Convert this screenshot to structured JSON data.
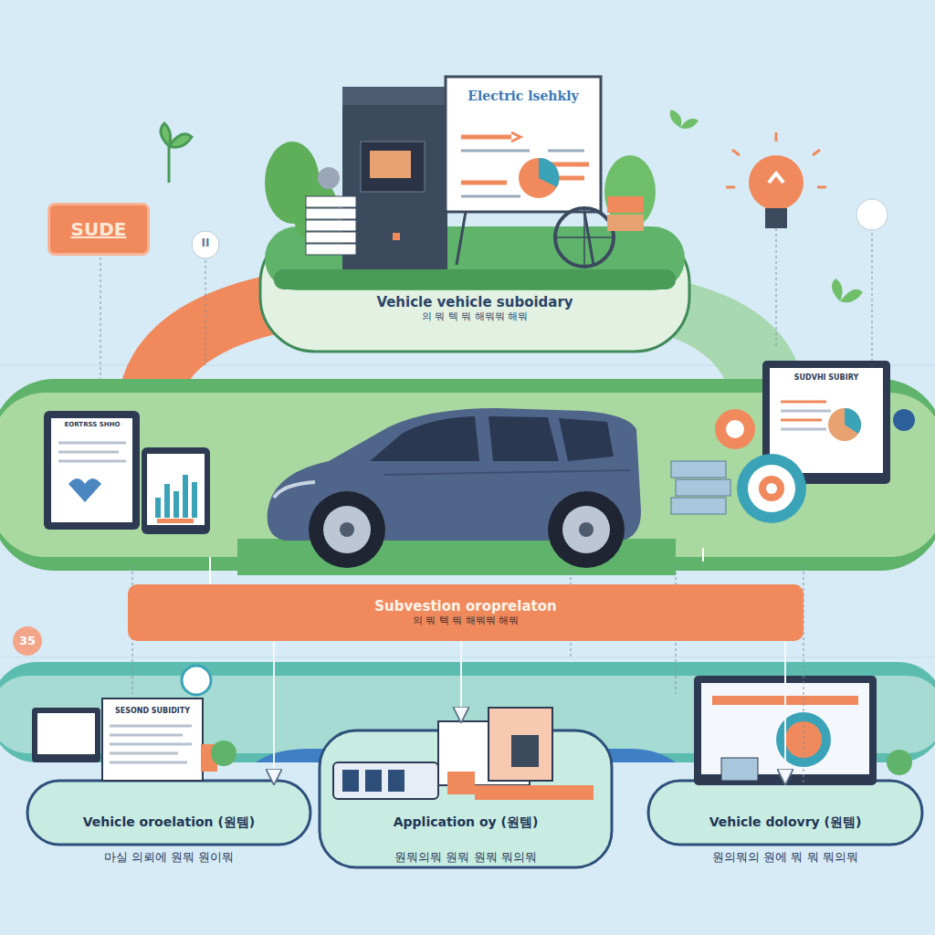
{
  "diagram": {
    "nodes": [
      {
        "text": [
          "SUDE"
        ]
      },
      {
        "text": [
          "Vehicle vehicle suboidary",
          "의 뭐 텍 뭐 해뭐뭐 해뭐"
        ]
      },
      {
        "text": [
          "35"
        ]
      },
      {
        "text": [
          "Subvestion oroprelaton",
          "의 뭐 텍 뭐 해뭐뭐 해뭐"
        ]
      },
      {
        "text": [
          "Vehicle oroelation (원템)",
          "마실 의뢰에 원뭐 원이뭐"
        ]
      },
      {
        "text": [
          "Application oy (원템)",
          "원뭐의뭐 원뭐 원뭐 뭐의뭐"
        ]
      },
      {
        "text": [
          "Vehicle dolovry (원템)",
          "원의뭐의 원에 뭐 뭐 뭐의뭐"
        ]
      }
    ],
    "edges": [
      {
        "from": 3,
        "to": 4,
        "arrow": "to"
      },
      {
        "from": 3,
        "to": 5,
        "arrow": "to"
      },
      {
        "from": 3,
        "to": 6,
        "arrow": "to"
      }
    ],
    "labels": [
      "Electric lsehkly",
      "EORTRSS SHHO",
      "SUDVHI SUBIRY",
      "SESOND SUBIDITY",
      "II"
    ]
  }
}
